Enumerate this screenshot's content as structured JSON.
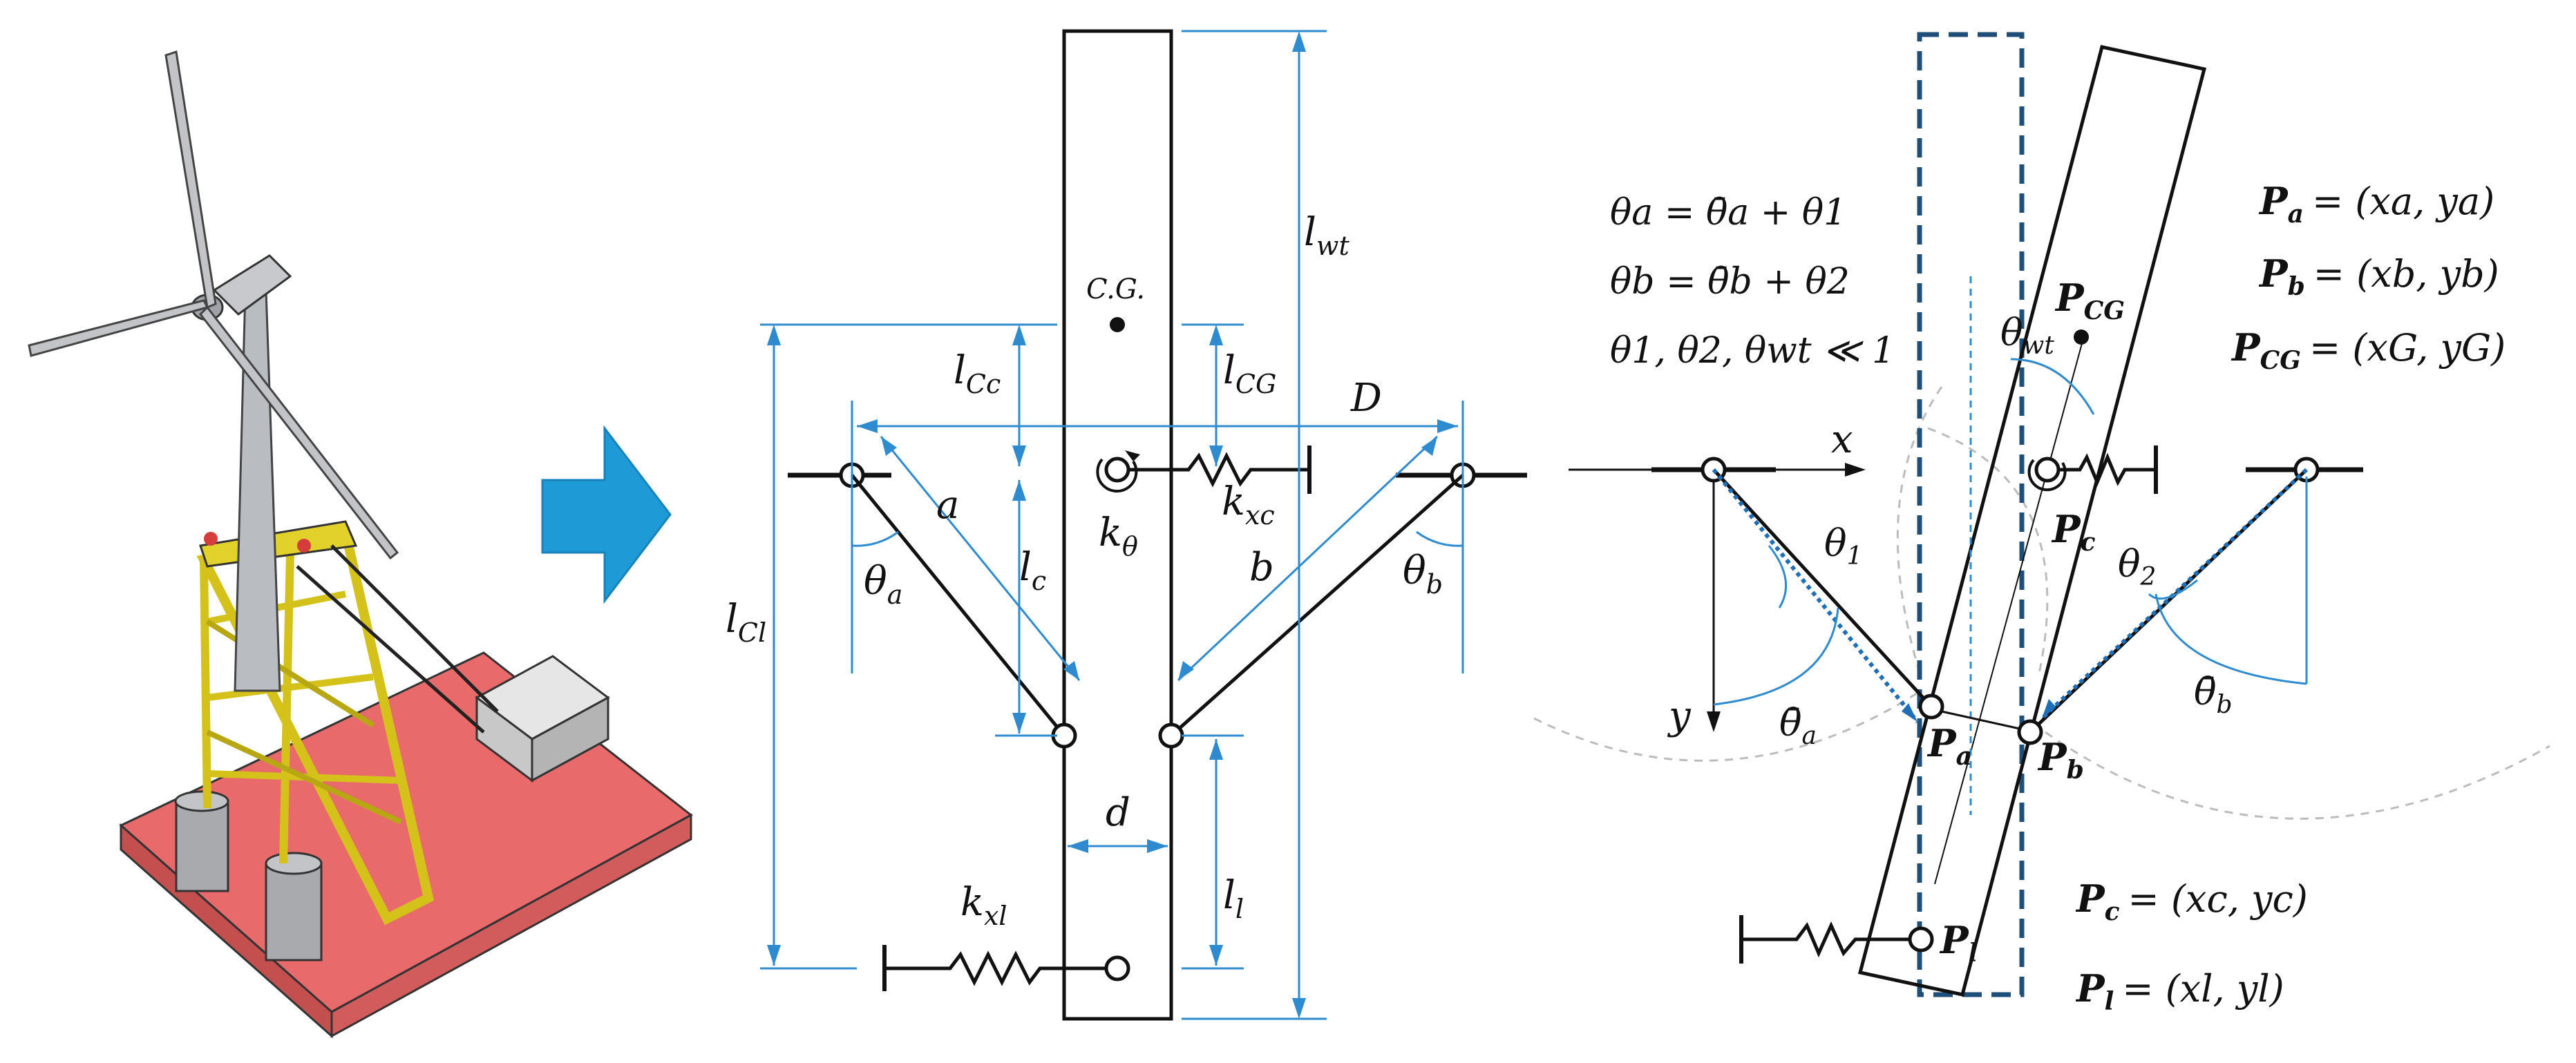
{
  "colors": {
    "dimension_blue": "#2e8bd0",
    "arrow_blue": "#1e9ad6",
    "dashed_navy": "#1f4e79",
    "tower_grey": "#b9bcc0",
    "jacket_yellow": "#d4c21a",
    "deck_red": "#e86a6a",
    "tank_grey": "#a9aaad",
    "black": "#111111"
  },
  "icons": {
    "turbine_model": "floating-wind-turbine-3d-icon",
    "transform_arrow": "right-arrow-icon"
  },
  "middle": {
    "cg_label": "C.G.",
    "l_wt": "l",
    "l_wt_sub": "wt",
    "l_cg": "l",
    "l_cg_sub": "CG",
    "l_cc": "l",
    "l_cc_sub": "Cc",
    "l_cl": "l",
    "l_cl_sub": "Cl",
    "l_c": "l",
    "l_c_sub": "c",
    "l_l": "l",
    "l_l_sub": "l",
    "D": "D",
    "d": "d",
    "a": "a",
    "b": "b",
    "k_theta": "k",
    "k_theta_sub": "θ",
    "k_xc": "k",
    "k_xc_sub": "xc",
    "k_xl": "k",
    "k_xl_sub": "xl",
    "theta_a": "θ",
    "theta_a_sub": "a",
    "theta_b": "θ",
    "theta_b_sub": "b"
  },
  "right": {
    "eq1": "θa = θ̄a + θ1",
    "eq2": "θb = θ̄b + θ2",
    "eq3": "θ1, θ2, θwt ≪ 1",
    "pa_eq": "= (xa, ya)",
    "pb_eq": "= (xb, yb)",
    "pcg_eq": "= (xG, yG)",
    "pc_eq": "= (xc, yc)",
    "pl_eq": "= (xl, yl)",
    "P": "P",
    "a": "a",
    "b": "b",
    "CG": "CG",
    "c": "c",
    "l": "l",
    "x": "x",
    "y": "y",
    "theta": "θ",
    "theta_1_sub": "1",
    "theta_2_sub": "2",
    "theta_wt_sub": "wt",
    "theta_a_bar": "θ̄",
    "theta_a_bar_sub": "a",
    "theta_b_bar": "θ̄",
    "theta_b_bar_sub": "b"
  }
}
